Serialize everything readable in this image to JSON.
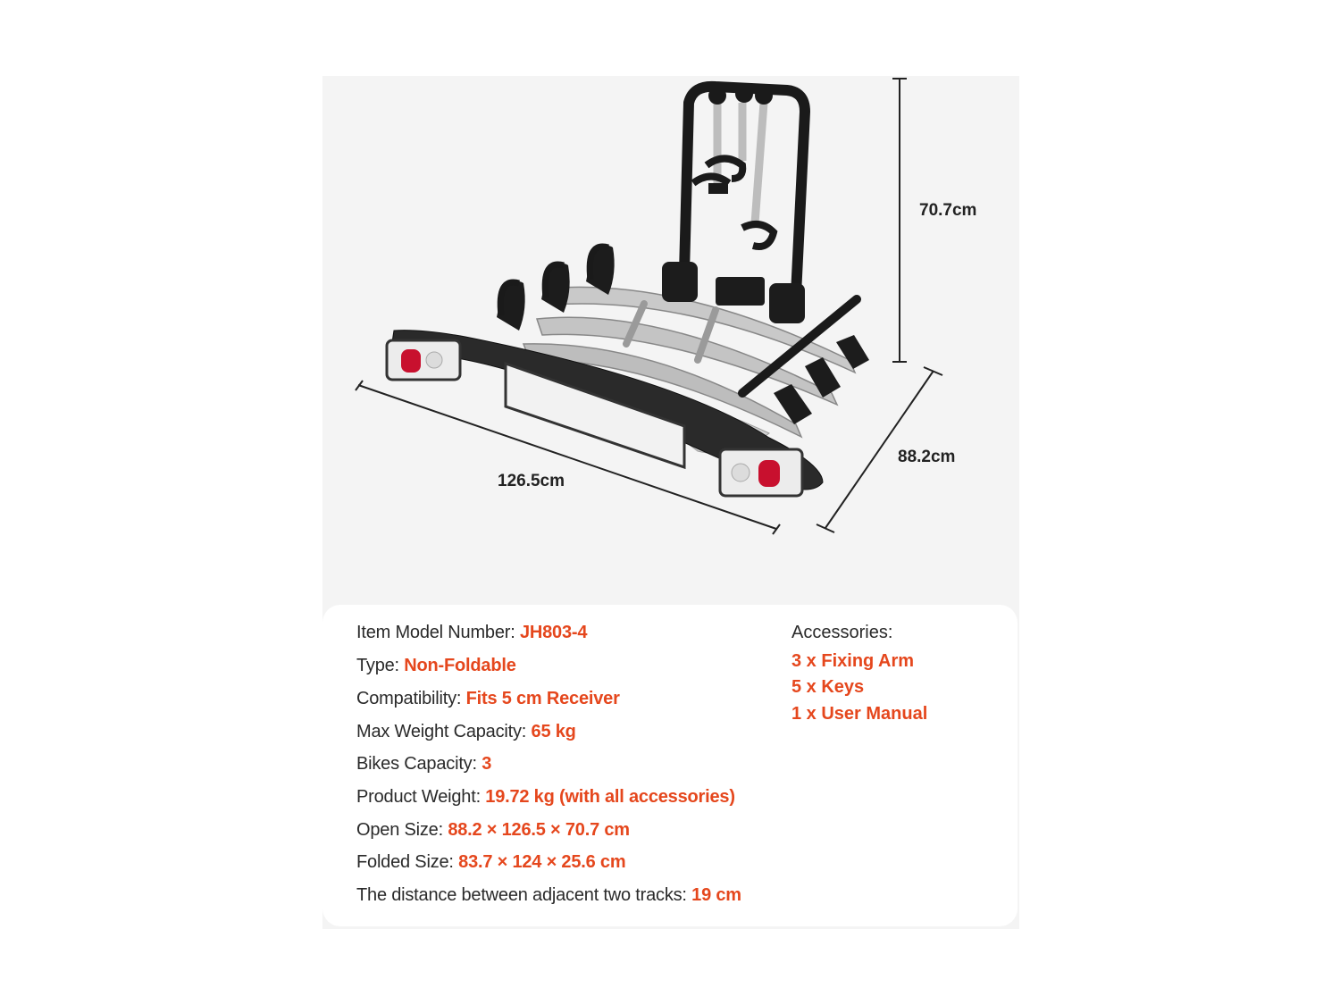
{
  "dimensions": {
    "height": "70.7cm",
    "width": "126.5cm",
    "depth": "88.2cm"
  },
  "specs": [
    {
      "label": "Item Model Number: ",
      "value": "JH803-4"
    },
    {
      "label": "Type: ",
      "value": "Non-Foldable"
    },
    {
      "label": "Compatibility: ",
      "value": "Fits 5 cm Receiver"
    },
    {
      "label": "Max Weight Capacity: ",
      "value": "65 kg"
    },
    {
      "label": "Bikes Capacity: ",
      "value": "3"
    },
    {
      "label": "Product Weight: ",
      "value": "19.72 kg (with all accessories)"
    },
    {
      "label": "Open Size: ",
      "value": "88.2 × 126.5 × 70.7 cm"
    },
    {
      "label": "Folded Size: ",
      "value": "83.7 × 124 × 25.6 cm"
    },
    {
      "label": "The distance between adjacent two tracks: ",
      "value": "19 cm"
    }
  ],
  "accessories": {
    "title": "Accessories:",
    "items": [
      "3 x Fixing Arm",
      "5 x Keys",
      "1 x User Manual"
    ]
  },
  "colors": {
    "accent": "#e5471d",
    "card_background": "#f4f4f4",
    "panel_background": "#ffffff"
  }
}
